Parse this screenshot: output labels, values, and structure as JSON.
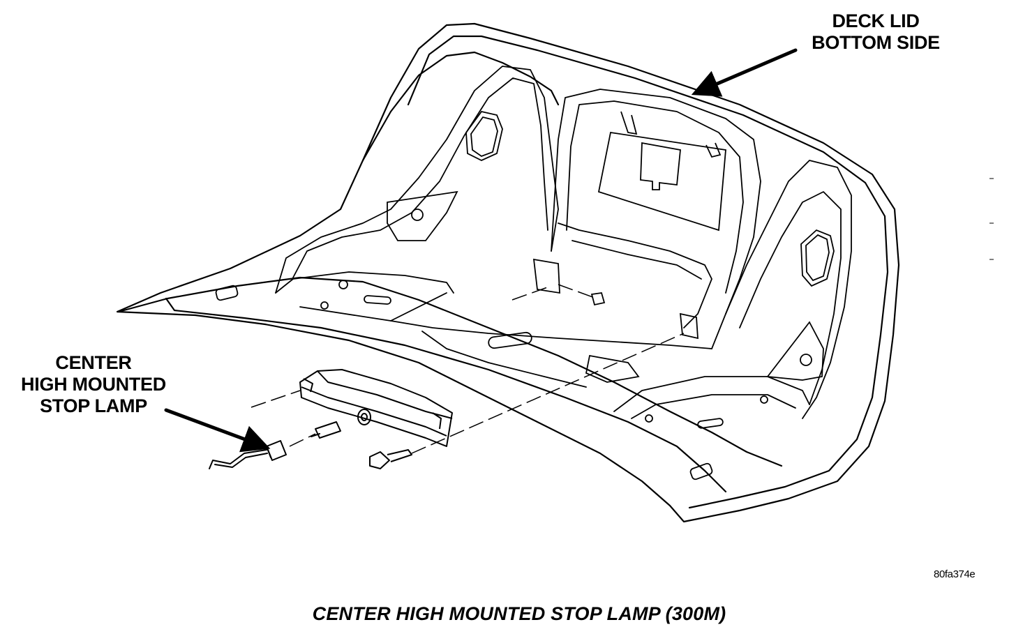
{
  "labels": {
    "deck_lid_line1": "DECK LID",
    "deck_lid_line2": "BOTTOM SIDE",
    "chmsl_line1": "CENTER",
    "chmsl_line2": "HIGH MOUNTED",
    "chmsl_line3": "STOP LAMP"
  },
  "figure_id": "80fa374e",
  "caption": "CENTER HIGH MOUNTED STOP LAMP (300M)",
  "colors": {
    "line": "#000000",
    "background": "#ffffff"
  }
}
